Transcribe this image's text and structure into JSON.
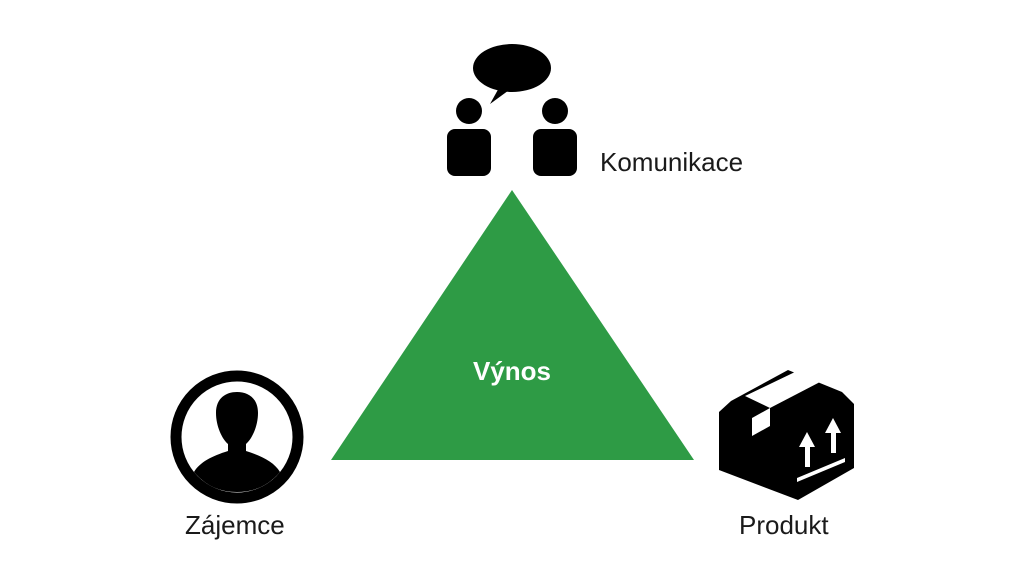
{
  "diagram": {
    "center_label": "Výnos",
    "nodes": {
      "top": {
        "label": "Komunikace",
        "icon": "two-people-speech-bubble-icon"
      },
      "left": {
        "label": "Zájemce",
        "icon": "person-in-circle-icon"
      },
      "right": {
        "label": "Produkt",
        "icon": "package-box-icon"
      }
    },
    "colors": {
      "triangle": "#2e9b45",
      "icon": "#000000",
      "text": "#1a1a1a",
      "center_text": "#ffffff"
    }
  }
}
